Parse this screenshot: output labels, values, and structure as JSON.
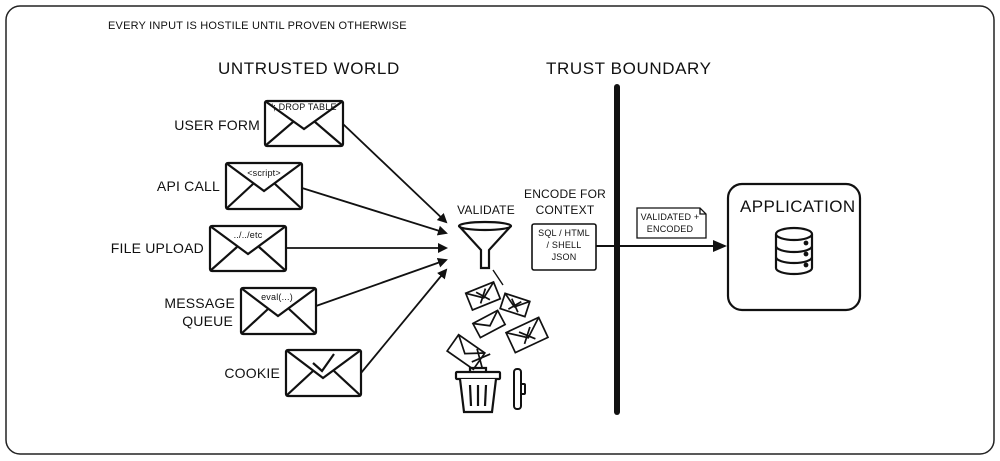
{
  "tagline": "EVERY INPUT IS HOSTILE UNTIL PROVEN OTHERWISE",
  "headings": {
    "untrusted": "UNTRUSTED WORLD",
    "boundary": "TRUST BOUNDARY",
    "application": "APPLICATION"
  },
  "sources": [
    {
      "label": "USER FORM",
      "payload": "'; DROP TABLE"
    },
    {
      "label": "API CALL",
      "payload": "<script>"
    },
    {
      "label": "FILE UPLOAD",
      "payload": "../../etc"
    },
    {
      "label_line1": "MESSAGE",
      "label_line2": "QUEUE",
      "payload": "eval(...)"
    },
    {
      "label": "COOKIE",
      "payload": ""
    }
  ],
  "validate": "VALIDATE",
  "encode": {
    "title_line1": "ENCODE FOR",
    "title_line2": "CONTEXT",
    "box_line1": "SQL / HTML",
    "box_line2": "/ SHELL",
    "box_line3": "JSON"
  },
  "tag": {
    "line1": "VALIDATED +",
    "line2": "ENCODED"
  },
  "icons": {
    "envelope": "envelope-icon",
    "funnel": "funnel-icon",
    "trash": "trash-can-icon",
    "database": "database-icon",
    "document": "document-tag-icon"
  }
}
